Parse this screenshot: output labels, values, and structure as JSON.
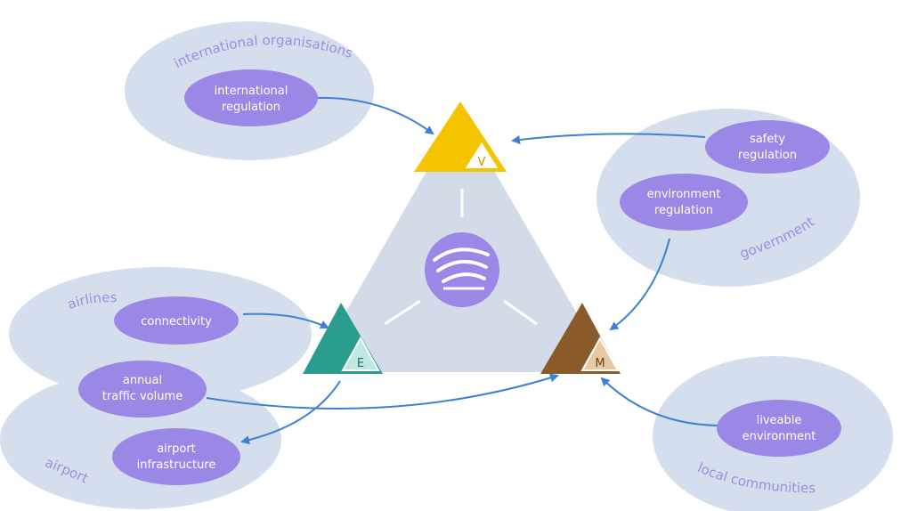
{
  "groups": {
    "international": {
      "label": "international organisations"
    },
    "government": {
      "label": "government"
    },
    "airlines": {
      "label": "airlines"
    },
    "airport": {
      "label": "airport"
    },
    "local": {
      "label": "local communities"
    }
  },
  "nodes": {
    "international_regulation": [
      "international",
      "regulation"
    ],
    "safety_regulation": [
      "safety",
      "regulation"
    ],
    "environment_regulation": [
      "environment",
      "regulation"
    ],
    "connectivity": [
      "connectivity"
    ],
    "annual_traffic_volume": [
      "annual",
      "traffic volume"
    ],
    "airport_infrastructure": [
      "airport",
      "infrastructure"
    ],
    "liveable_environment": [
      "liveable",
      "environment"
    ]
  },
  "corners": {
    "top": {
      "letter": "V",
      "color": "#f5c400"
    },
    "left": {
      "letter": "E",
      "color": "#2a9d8f"
    },
    "right": {
      "letter": "M",
      "color": "#8b5a2b"
    }
  },
  "colors": {
    "cloud": "#d5deec",
    "pill": "#9b87e6",
    "triangle": "#d3dbe9",
    "arrow": "#3b82d6"
  },
  "icons": {
    "center": "swoosh-logo-icon"
  }
}
